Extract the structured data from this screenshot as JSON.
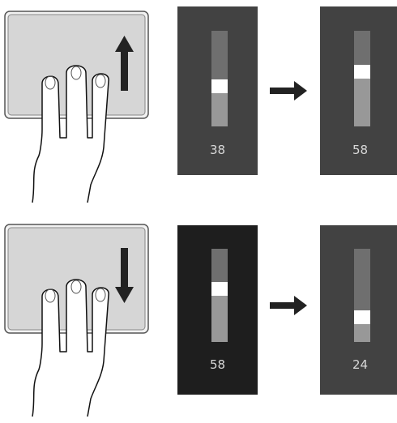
{
  "rows": [
    {
      "direction": "up",
      "before": {
        "value": "38",
        "level": 0.38
      },
      "after": {
        "value": "58",
        "level": 0.58
      }
    },
    {
      "direction": "down",
      "before": {
        "value": "58",
        "level": 0.58
      },
      "after": {
        "value": "24",
        "level": 0.24
      }
    }
  ],
  "colors": {
    "touchpad": "#d6d6d6",
    "panel": "#424242",
    "panel_highlighted": "#1e1e1e",
    "track": "#989898",
    "track_fill": "#6f6f6f",
    "thumb": "#ffffff",
    "arrow": "#222222"
  },
  "icons": {
    "gesture": "three-finger-swipe-icon",
    "up": "arrow-up-icon",
    "down": "arrow-down-icon",
    "transition": "arrow-right-icon"
  }
}
